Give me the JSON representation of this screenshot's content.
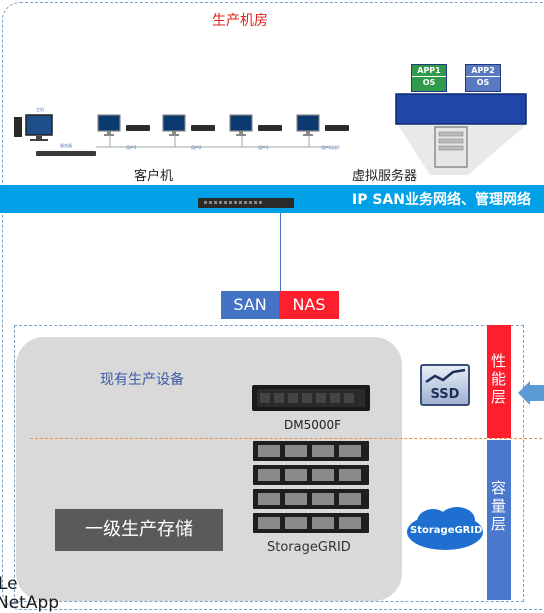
{
  "room": {
    "title": "生产机房"
  },
  "clients": {
    "label": "客户机",
    "host_label": "主机",
    "hub_label": "服务器",
    "pc_labels": [
      "用户1",
      "用户2",
      "用户3",
      "用户网络0"
    ]
  },
  "virtual": {
    "label": "虚拟服务器",
    "app1": [
      "APP1",
      "OS"
    ],
    "app2": [
      "APP2",
      "OS"
    ]
  },
  "network": {
    "label": "IP SAN业务网络、管理网络"
  },
  "protocols": {
    "san": "SAN",
    "nas": "NAS"
  },
  "storage": {
    "existing_label": "现有生产设备",
    "dm_label": "DM5000F",
    "grid_label": "StorageGRID",
    "primary_label": "一级生产存储",
    "ssd_label": "SSD",
    "grid_logo": "StorageGRID"
  },
  "tiers": {
    "performance": "性能层",
    "capacity": "容量层"
  },
  "logo": {
    "line1": "Le",
    "line2": "NetApp"
  },
  "colors": {
    "band": "#00a0e6",
    "red": "#ff1e2e",
    "blue": "#4472c4",
    "gray": "#d9d9d9"
  }
}
